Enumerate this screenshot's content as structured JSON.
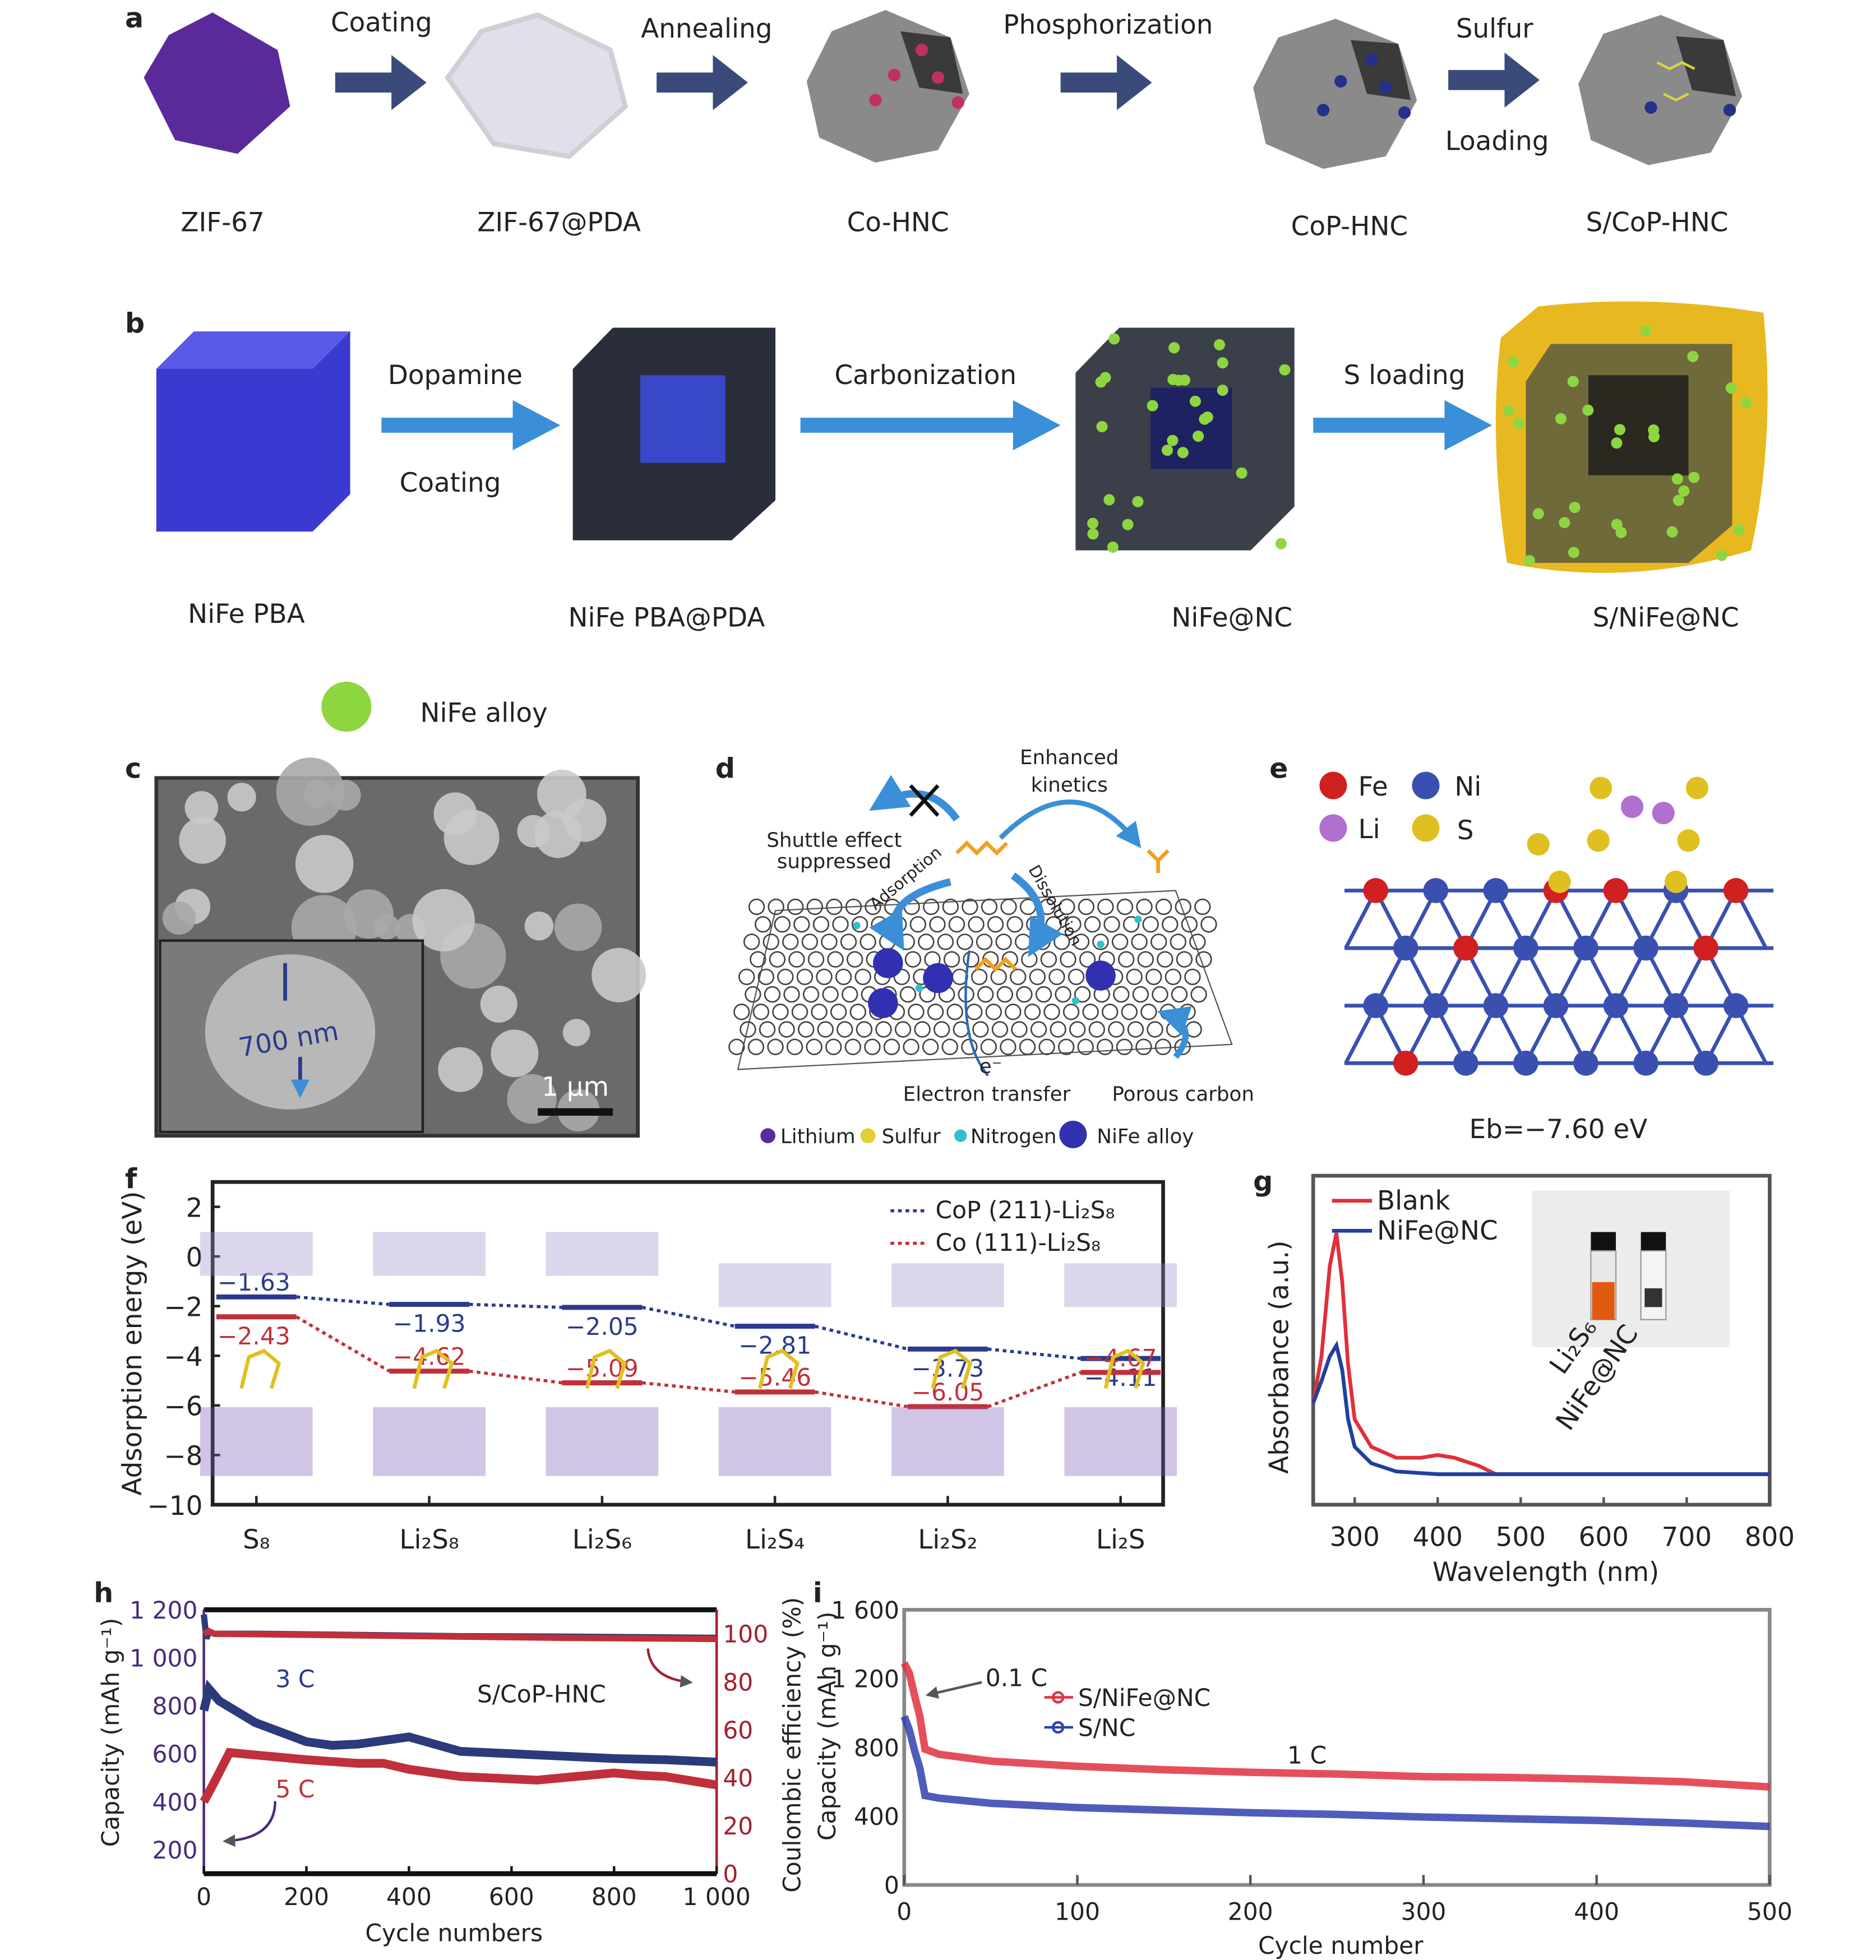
{
  "colors": {
    "blue": "#2b3a8c",
    "red": "#c0303a",
    "arrow": "#3a4a7a",
    "arrow_b": "#3a8fd8",
    "zif": "#5a2a9a",
    "nife": "#8ed640",
    "sulfur": "#f0c020"
  },
  "panel_labels": [
    "a",
    "b",
    "c",
    "d",
    "e",
    "f",
    "g",
    "h",
    "i"
  ],
  "panel_a": {
    "steps": [
      "Coating",
      "Annealing",
      "Phosphorization",
      "Sulfur",
      "Loading"
    ],
    "names": [
      "ZIF-67",
      "ZIF-67@PDA",
      "Co-HNC",
      "CoP-HNC",
      "S/CoP-HNC"
    ]
  },
  "panel_b": {
    "steps": [
      "Dopamine",
      "Coating",
      "Carbonization",
      "S loading"
    ],
    "names": [
      "NiFe PBA",
      "NiFe PBA@PDA",
      "NiFe@NC",
      "S/NiFe@NC"
    ],
    "legend": "NiFe alloy"
  },
  "panel_c": {
    "inset_size": "700 nm",
    "scale_bar": "1 μm"
  },
  "panel_d": {
    "enhanced": "Enhanced",
    "kinetics": "kinetics",
    "shuttle": "Shuttle effect",
    "suppressed": "suppressed",
    "adsorption": "Adsorption",
    "dissolution": "Dissolution",
    "electron": "e⁻",
    "electron_transfer": "Electron transfer",
    "porous_carbon": "Porous carbon",
    "legend": [
      "Lithium",
      "Sulfur",
      "Nitrogen",
      "NiFe alloy"
    ]
  },
  "panel_e": {
    "legend": [
      "Fe",
      "Ni",
      "Li",
      "S"
    ],
    "binding_energy": "Eb=−7.60 eV"
  },
  "panel_g_inset": {
    "labels": [
      "Li₂S₆",
      "NiFe@NC"
    ]
  },
  "chart_data": [
    {
      "id": "f",
      "type": "line",
      "ylabel": "Adsorption energy (eV)",
      "ylim": [
        -10,
        3
      ],
      "yticks": [
        2,
        0,
        -2,
        -4,
        -6,
        -8,
        -10
      ],
      "categories": [
        "S₈",
        "Li₂S₈",
        "Li₂S₆",
        "Li₂S₄",
        "Li₂S₂",
        "Li₂S"
      ],
      "series": [
        {
          "name": "CoP (211)-Li₂S₈",
          "color": "#2b3a8c",
          "values": [
            -1.63,
            -1.93,
            -2.05,
            -2.81,
            -3.73,
            -4.11
          ],
          "labels": [
            "−1.63",
            "−1.93",
            "−2.05",
            "−2.81",
            "−3.73",
            "−4.11"
          ]
        },
        {
          "name": "Co (111)-Li₂S₈",
          "color": "#c0303a",
          "values": [
            -2.43,
            -4.62,
            -5.09,
            -5.46,
            -6.05,
            -4.67
          ],
          "labels": [
            "−2.43",
            "−4.62",
            "−5.09",
            "−5.46",
            "−6.05",
            "−4.67"
          ]
        }
      ]
    },
    {
      "id": "g",
      "type": "line",
      "xlabel": "Wavelength (nm)",
      "ylabel": "Absorbance (a.u.)",
      "xlim": [
        250,
        800
      ],
      "ylim": [
        0,
        1.2
      ],
      "xticks": [
        300,
        400,
        500,
        600,
        700,
        800
      ],
      "series": [
        {
          "name": "Blank",
          "color": "#e0303a",
          "x": [
            250,
            260,
            270,
            278,
            285,
            292,
            300,
            320,
            350,
            380,
            400,
            420,
            450,
            470,
            500,
            600,
            700,
            800
          ],
          "y": [
            0.28,
            0.45,
            0.78,
            0.9,
            0.72,
            0.42,
            0.22,
            0.12,
            0.08,
            0.08,
            0.09,
            0.08,
            0.05,
            0.02,
            0.02,
            0.02,
            0.02,
            0.02
          ]
        },
        {
          "name": "NiFe@NC",
          "color": "#2040a0",
          "x": [
            250,
            260,
            270,
            278,
            285,
            292,
            300,
            320,
            350,
            400,
            500,
            600,
            700,
            800
          ],
          "y": [
            0.28,
            0.36,
            0.45,
            0.49,
            0.4,
            0.22,
            0.12,
            0.06,
            0.03,
            0.02,
            0.02,
            0.02,
            0.02,
            0.02
          ]
        }
      ]
    },
    {
      "id": "h",
      "type": "line",
      "title": "S/CoP-HNC",
      "xlabel": "Cycle numbers",
      "ylabel": "Capacity (mAh g⁻¹)",
      "ylabel2": "Coulombic efficiency (%)",
      "xlim": [
        0,
        1000
      ],
      "ylim": [
        100,
        1200
      ],
      "ylim2": [
        0,
        110
      ],
      "xticks": [
        0,
        200,
        400,
        600,
        800,
        1000
      ],
      "xtick_labels": [
        "0",
        "200",
        "400",
        "600",
        "800",
        "1 000"
      ],
      "yticks": [
        200,
        400,
        600,
        800,
        1000,
        1200
      ],
      "ytick_labels": [
        "200",
        "400",
        "600",
        "800",
        "1 000",
        "1 200"
      ],
      "yticks2": [
        0,
        20,
        40,
        60,
        80,
        100
      ],
      "annotations": [
        "3 C",
        "5 C"
      ],
      "series": [
        {
          "name": "3 C capacity",
          "color": "#2b3a7a",
          "axis": "left",
          "x": [
            0,
            10,
            30,
            100,
            200,
            250,
            300,
            350,
            400,
            450,
            500,
            600,
            700,
            800,
            900,
            1000
          ],
          "y": [
            780,
            870,
            820,
            730,
            650,
            635,
            640,
            655,
            670,
            640,
            610,
            600,
            590,
            580,
            575,
            565
          ]
        },
        {
          "name": "5 C capacity",
          "color": "#c0303a",
          "axis": "left",
          "x": [
            0,
            20,
            50,
            100,
            200,
            300,
            350,
            400,
            500,
            600,
            650,
            700,
            800,
            850,
            900,
            1000
          ],
          "y": [
            400,
            480,
            605,
            595,
            575,
            560,
            560,
            535,
            505,
            495,
            490,
            500,
            520,
            510,
            505,
            470
          ]
        },
        {
          "name": "3 C efficiency",
          "color": "#2b3a7a",
          "axis": "right",
          "x": [
            0,
            5,
            10,
            20,
            100,
            300,
            500,
            700,
            900,
            1000
          ],
          "y": [
            108,
            98,
            101,
            100,
            100,
            99.5,
            99,
            98.8,
            98.5,
            98.3
          ]
        },
        {
          "name": "5 C efficiency",
          "color": "#c0303a",
          "axis": "right",
          "x": [
            0,
            10,
            20,
            100,
            300,
            500,
            700,
            900,
            1000
          ],
          "y": [
            100,
            101,
            100,
            99.8,
            99.3,
            98.8,
            98.3,
            98,
            97.8
          ]
        }
      ]
    },
    {
      "id": "i",
      "type": "line",
      "xlabel": "Cycle number",
      "ylabel": "Capacity (mAh g⁻¹)",
      "xlim": [
        0,
        500
      ],
      "ylim": [
        0,
        1600
      ],
      "xticks": [
        0,
        100,
        200,
        300,
        400,
        500
      ],
      "xtick_labels": [
        "0",
        "100",
        "200",
        "300",
        "400",
        "500"
      ],
      "yticks": [
        0,
        400,
        800,
        1200,
        1600
      ],
      "ytick_labels": [
        "0",
        "400",
        "800",
        "1 200",
        "1 600"
      ],
      "annotations": [
        "0.1 C",
        "1 C"
      ],
      "series": [
        {
          "name": "S/NiFe@NC",
          "color": "#e03040",
          "x": [
            0,
            3,
            6,
            9,
            12,
            20,
            50,
            100,
            150,
            200,
            250,
            300,
            350,
            400,
            450,
            500
          ],
          "y": [
            1290,
            1230,
            1100,
            980,
            790,
            760,
            720,
            690,
            670,
            655,
            645,
            630,
            625,
            615,
            600,
            570
          ]
        },
        {
          "name": "S/NC",
          "color": "#3040b0",
          "x": [
            0,
            3,
            6,
            9,
            12,
            20,
            50,
            100,
            150,
            200,
            250,
            300,
            350,
            400,
            450,
            500
          ],
          "y": [
            980,
            900,
            780,
            680,
            520,
            505,
            475,
            450,
            435,
            420,
            410,
            395,
            385,
            375,
            360,
            340
          ]
        }
      ]
    }
  ]
}
